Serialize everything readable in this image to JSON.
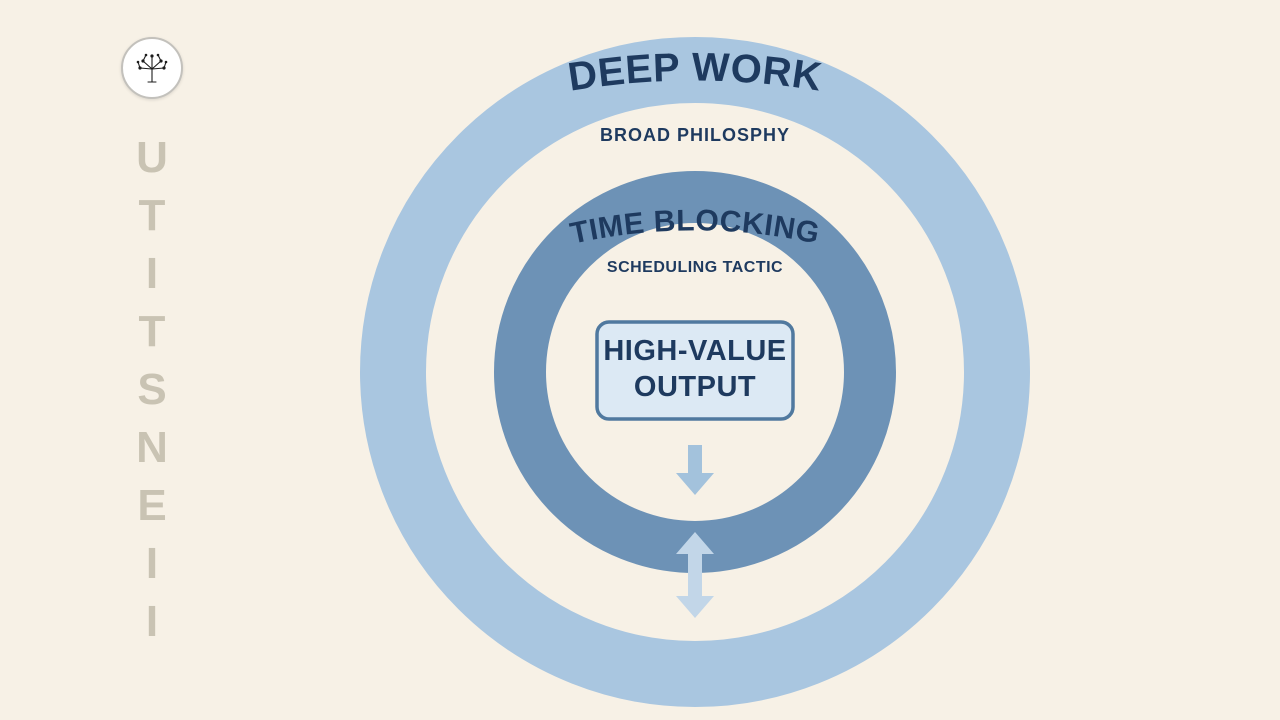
{
  "colors": {
    "cream": "#f7f1e6",
    "ring_outer": "#a9c6e0",
    "ring_inner": "#6d92b6",
    "navy": "#1e3a5f",
    "box_fill": "#dce9f4",
    "box_border": "#50799f",
    "arrow_light": "#a3c2dc",
    "arrow_lighter": "#c2d6e8",
    "brand_text": "#c9c3b3"
  },
  "brand": {
    "vertical_text": "IIENSTITU",
    "logo": "tree-network-logo"
  },
  "diagram": {
    "outer_ring": {
      "label": "DEEP WORK",
      "sublabel": "BROAD PHILOSPHY"
    },
    "inner_ring": {
      "label": "TIME BLOCKING",
      "sublabel": "SCHEDULING TACTIC"
    },
    "center_box": {
      "line1": "HIGH-VALUE",
      "line2": "OUTPUT"
    }
  }
}
